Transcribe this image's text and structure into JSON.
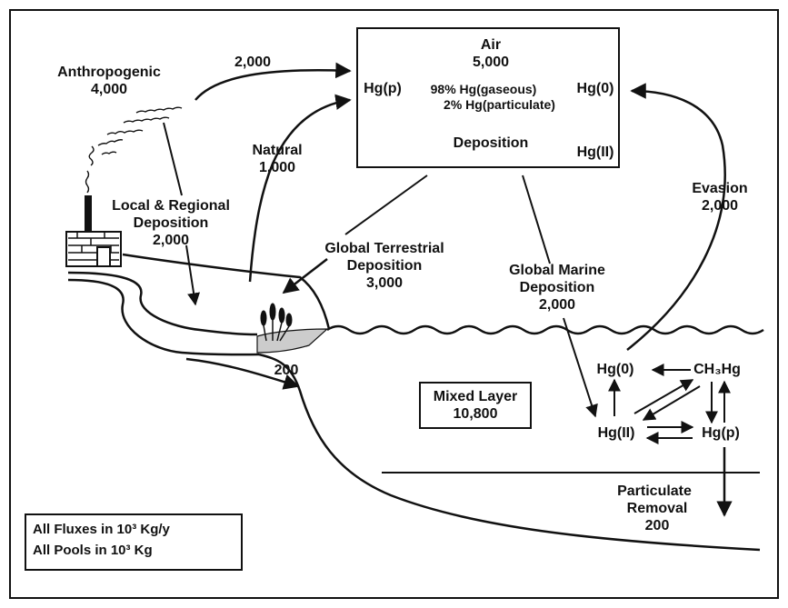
{
  "air": {
    "title": "Air",
    "pool": "5,000",
    "hg_p": "Hg(p)",
    "gaseous": "98% Hg(gaseous)",
    "particulate": "2% Hg(particulate)",
    "hg_0": "Hg(0)",
    "deposition": "Deposition",
    "hg_ii": "Hg(II)"
  },
  "anthropogenic": {
    "label": "Anthropogenic",
    "value": "4,000"
  },
  "anthro_to_air": "2,000",
  "natural": {
    "label": "Natural",
    "value": "1,000"
  },
  "local_regional": {
    "line1": "Local & Regional",
    "line2": "Deposition",
    "value": "2,000"
  },
  "terrestrial": {
    "line1": "Global Terrestrial",
    "line2": "Deposition",
    "value": "3,000"
  },
  "marine": {
    "line1": "Global Marine",
    "line2": "Deposition",
    "value": "2,000"
  },
  "evasion": {
    "label": "Evasion",
    "value": "2,000"
  },
  "river_flux": "200",
  "mixed_layer": {
    "label": "Mixed Layer",
    "value": "10,800"
  },
  "cycle": {
    "hg0": "Hg(0)",
    "ch3hg": "CH₃Hg",
    "hgii": "Hg(II)",
    "hgp": "Hg(p)"
  },
  "particulate_removal": {
    "line1": "Particulate",
    "line2": "Removal",
    "value": "200"
  },
  "legend": {
    "fluxes": "All Fluxes in 10³ Kg/y",
    "pools": "All Pools in 10³ Kg"
  }
}
